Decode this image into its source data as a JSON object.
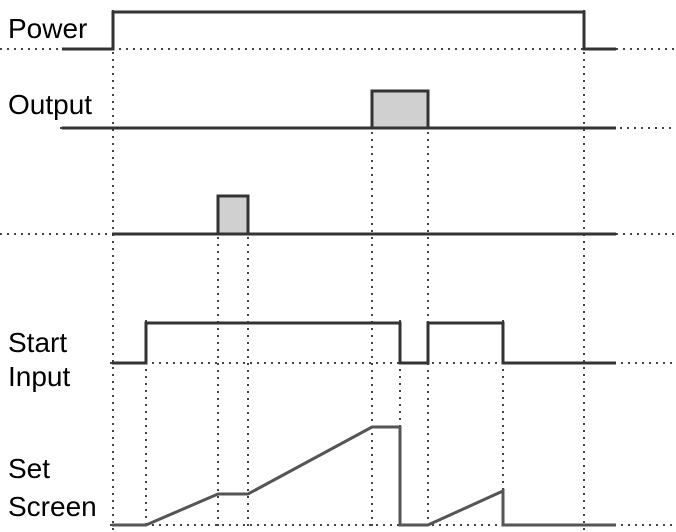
{
  "signals": [
    {
      "id": "power",
      "label_lines": [
        "Power"
      ]
    },
    {
      "id": "output",
      "label_lines": [
        "Output"
      ]
    },
    {
      "id": "unlabeled",
      "label_lines": []
    },
    {
      "id": "start-input",
      "label_lines": [
        "Start",
        "Input"
      ]
    },
    {
      "id": "set-screen",
      "label_lines": [
        "Set",
        "Screen"
      ]
    }
  ],
  "colors": {
    "line": "#333333",
    "pulse_fill": "#d0d0d0",
    "guide": "#444444"
  }
}
